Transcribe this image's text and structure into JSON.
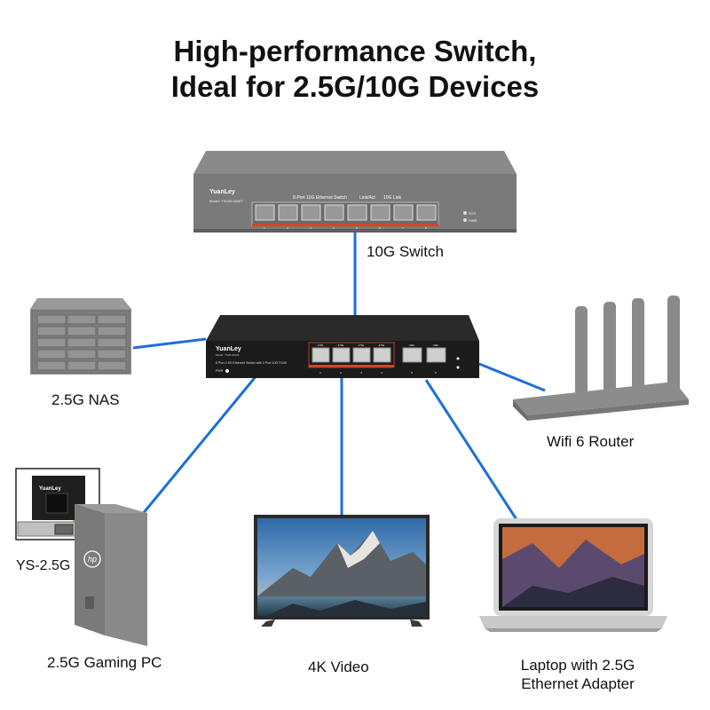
{
  "title": {
    "line1": "High-performance Switch,",
    "line2": "Ideal for 2.5G/10G Devices"
  },
  "switch_10g": {
    "brand": "YuanLey",
    "model": "Model: YS100-0800T",
    "caption": "8-Port 10G Ethernet Switch",
    "legend_1": "Link/Act",
    "legend_2": "10G Link",
    "led_1": "SYS",
    "led_2": "PWR",
    "port_numbers": [
      "1",
      "2",
      "3",
      "4",
      "5",
      "6",
      "7",
      "8"
    ],
    "label": "10G Switch"
  },
  "switch_main": {
    "brand": "YuanLey",
    "model": "Model: YS25-0402F",
    "caption": "6 Port 2.5G Ethernet Switch with 2 Port 10G RJ45",
    "pwr": "PWR",
    "port_tops": [
      "2.5G",
      "2.5G",
      "2.5G",
      "2.5G",
      "10G",
      "10G"
    ],
    "port_numbers": [
      "1",
      "2",
      "3",
      "4",
      "5",
      "6"
    ]
  },
  "devices": {
    "nas": "2.5G NAS",
    "router": "Wifi 6 Router",
    "nic": "YS-2.5G",
    "nic_brand": "YuanLey",
    "pc": "2.5G Gaming PC",
    "pc_brand": "hp",
    "tv": "4K Video",
    "laptop_line1": "Laptop with 2.5G",
    "laptop_line2": "Ethernet Adapter"
  },
  "colors": {
    "link": "#1e6fd9",
    "switch_dark": "#1b1b1b",
    "switch_gray": "#7a7a7a",
    "port_accent": "#d2452b"
  }
}
